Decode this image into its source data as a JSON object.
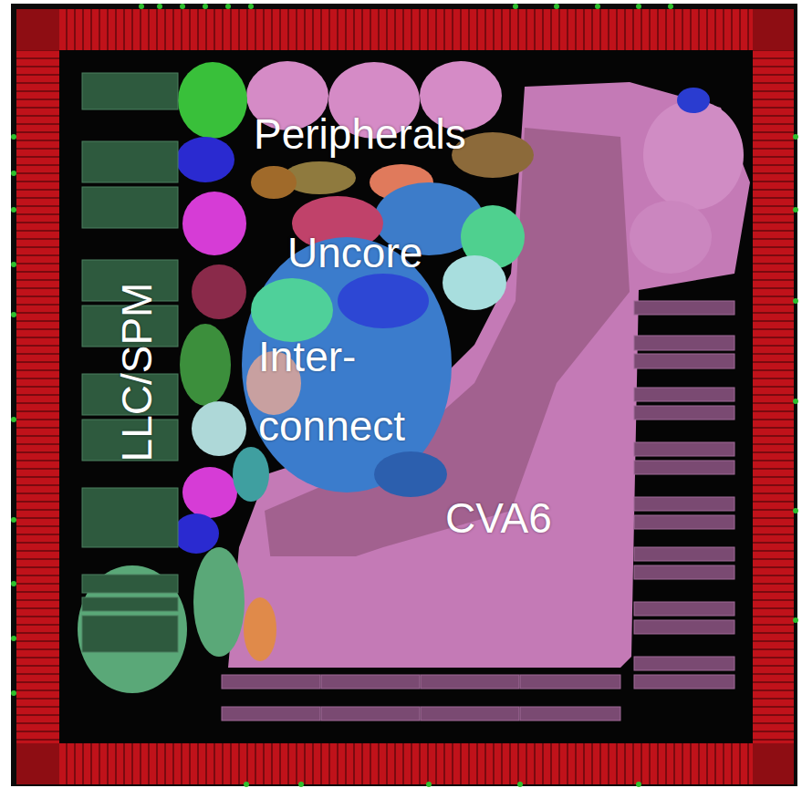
{
  "diagram": {
    "labels": [
      "Peripherals",
      "Uncore",
      "Inter- connect",
      "LLC/SPM",
      "CVA6"
    ]
  }
}
